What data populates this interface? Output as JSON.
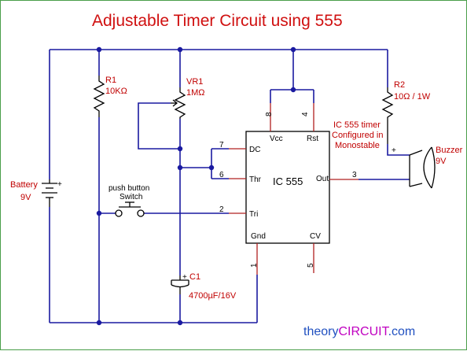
{
  "title": "Adjustable Timer Circuit using 555",
  "battery": {
    "label": "Battery",
    "value": "9V",
    "plus": "+"
  },
  "r1": {
    "ref": "R1",
    "value": "10KΩ"
  },
  "vr1": {
    "ref": "VR1",
    "value": "1MΩ"
  },
  "r2": {
    "ref": "R2",
    "value": "10Ω / 1W"
  },
  "c1": {
    "ref": "C1",
    "value": "4700µF/16V",
    "plus": "+"
  },
  "switch": {
    "line1": "push button",
    "line2": "Switch"
  },
  "buzzer": {
    "label": "Buzzer",
    "value": "9V",
    "plus": "+"
  },
  "ic": {
    "name": "IC 555",
    "note": [
      "IC 555 timer",
      "Configured in",
      "Monostable"
    ],
    "pins": {
      "vcc": {
        "label": "Vcc",
        "num": "8"
      },
      "rst": {
        "label": "Rst",
        "num": "4"
      },
      "dc": {
        "label": "DC",
        "num": "7"
      },
      "thr": {
        "label": "Thr",
        "num": "6"
      },
      "tri": {
        "label": "Tri",
        "num": "2"
      },
      "out": {
        "label": "Out",
        "num": "3"
      },
      "gnd": {
        "label": "Gnd",
        "num": "1"
      },
      "cv": {
        "label": "CV",
        "num": "5"
      }
    }
  },
  "brand": {
    "part1": "theory",
    "part2": "CIRCUIT",
    "part3": ".com"
  }
}
